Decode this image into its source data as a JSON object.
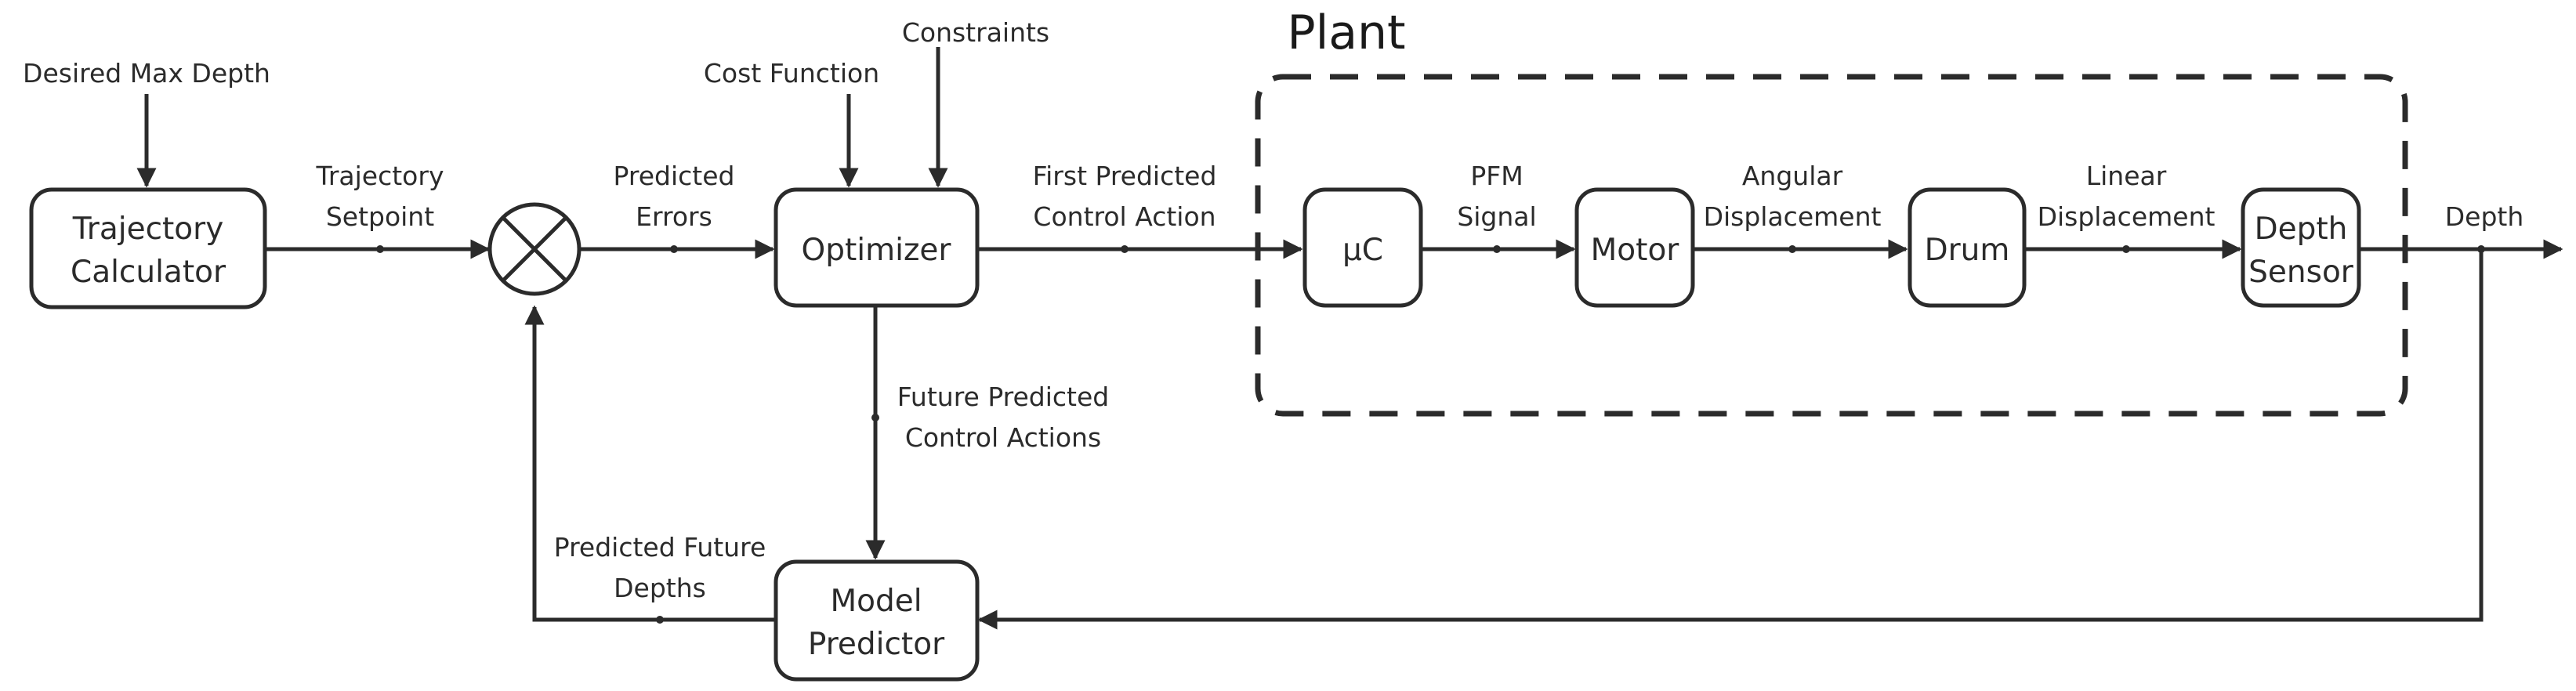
{
  "plant_title": "Plant",
  "blocks": {
    "trajectory_calculator": [
      "Trajectory",
      "Calculator"
    ],
    "optimizer": "Optimizer",
    "model_predictor": [
      "Model",
      "Predictor"
    ],
    "microcontroller": "µC",
    "motor": "Motor",
    "drum": "Drum",
    "depth_sensor": [
      "Depth",
      "Sensor"
    ]
  },
  "inputs": {
    "desired_max_depth": "Desired Max Depth",
    "cost_function": "Cost Function",
    "constraints": "Constraints"
  },
  "signals": {
    "trajectory_setpoint": [
      "Trajectory",
      "Setpoint"
    ],
    "predicted_errors": [
      "Predicted",
      "Errors"
    ],
    "first_predicted_control_action": [
      "First Predicted",
      "Control Action"
    ],
    "pfm_signal": [
      "PFM",
      "Signal"
    ],
    "angular_displacement": [
      "Angular",
      "Displacement"
    ],
    "linear_displacement": [
      "Linear",
      "Displacement"
    ],
    "depth": "Depth",
    "future_predicted_control_actions": [
      "Future Predicted",
      "Control Actions"
    ],
    "predicted_future_depths": [
      "Predicted Future",
      "Depths"
    ]
  }
}
